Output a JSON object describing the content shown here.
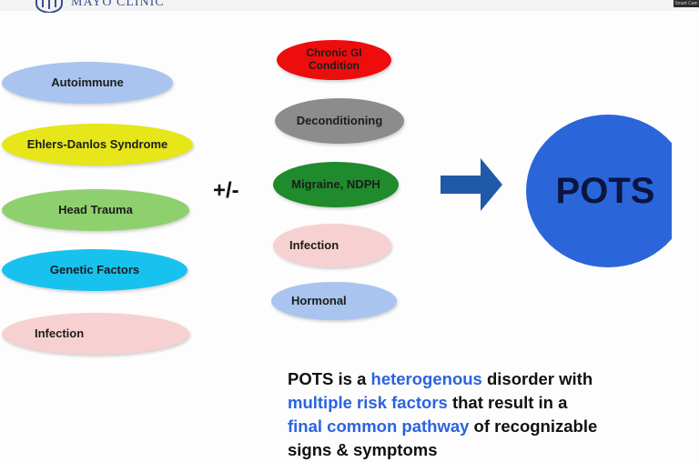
{
  "header": {
    "logo_text": "MAYO CLINIC",
    "camera_thumb_label": "Smart Cam"
  },
  "diagram": {
    "left_factors": [
      {
        "label": "Autoimmune",
        "color": "#a9c4ee"
      },
      {
        "label": "Ehlers-Danlos Syndrome",
        "color": "#e6e619"
      },
      {
        "label": "Head Trauma",
        "color": "#8fd06e"
      },
      {
        "label": "Genetic Factors",
        "color": "#18c2ee"
      },
      {
        "label": "Infection",
        "color": "#f7d1d1"
      }
    ],
    "operator": "+/-",
    "middle_factors": [
      {
        "label": "Chronic GI Condition",
        "color": "#ee0d0d"
      },
      {
        "label": "Deconditioning",
        "color": "#8c8c8c"
      },
      {
        "label": "Migraine, NDPH",
        "color": "#1f8b2c"
      },
      {
        "label": "Infection",
        "color": "#f7d1d1"
      },
      {
        "label": "Hormonal",
        "color": "#a9c4ee"
      }
    ],
    "arrow_color": "#1f5aa8",
    "outcome": {
      "label": "POTS",
      "color": "#2a66d9"
    }
  },
  "summary": {
    "t1": "POTS is a ",
    "h1": "heterogenous",
    "t2": " disorder with",
    "h2": "multiple risk factors",
    "t3": " that result in a",
    "h3": "final common pathway",
    "t4": " of recognizable",
    "t5": "signs & symptoms",
    "highlight_color": "#2b63e0"
  }
}
